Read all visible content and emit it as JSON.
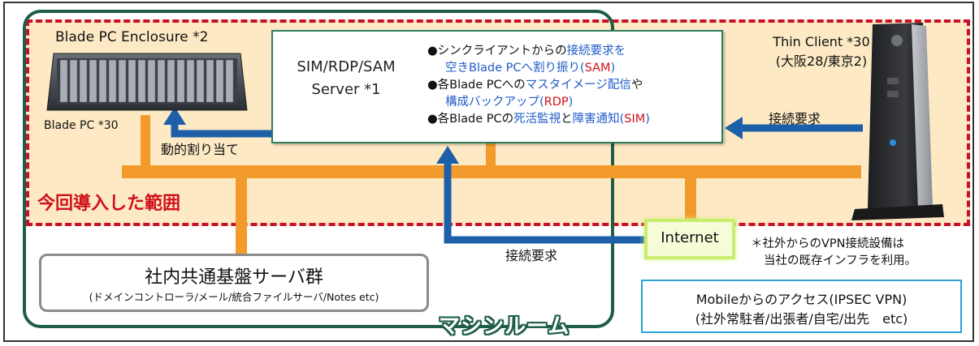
{
  "title": "",
  "labels": {
    "enclosure": "Blade PC Enclosure *2",
    "blade_pc": "Blade PC *30",
    "thin_client_line1": "Thin Client *30",
    "thin_client_line2": "(大阪28/東京2)",
    "server": "SIM/RDP/SAM Server *1",
    "scope": "今回導入した範囲",
    "connection_request_right": "接続要求",
    "dynamic_assign": "動的割り当て",
    "connection_request_bottom": "接続要求",
    "internet": "Internet",
    "vpn_note_line1": "＊社外からのVPN接続設備は",
    "vpn_note_line2": "当社の既存インフラを利用。",
    "common_servers_title": "社内共通基盤サーバ群",
    "common_servers_sub": "(ドメインコントローラ/メール/統合ファイルサーバ/Notes etc)",
    "mobile_title": "Mobileからのアクセス(IPSEC VPN)",
    "mobile_sub": "(社外常駐者/出張者/自宅/出先　etc)",
    "machine_room": "マシンルーム"
  },
  "server_lines": [
    {
      "a": "●シンクライアントからの",
      "b": "接続要求を",
      "c": "",
      "d": ""
    },
    {
      "a": "",
      "b": "空きBlade PCへ割り振り",
      "c": "(",
      "d": "SAM",
      "e": ")"
    },
    {
      "a": "●各Blade PCへの",
      "b": "マスタイメージ配信",
      "c": "や",
      "d": ""
    },
    {
      "a": "",
      "b": "構成バックアップ",
      "c": "(",
      "d": "RDP",
      "e": ")"
    },
    {
      "a": "●各Blade PCの",
      "b": "死活監視",
      "c": "と",
      "d": "障害通知",
      "e": "(",
      "f": "SIM",
      "g": ")"
    }
  ],
  "colors": {
    "scope_border": "#c8102e",
    "scope_fill": "#fde9c4",
    "network_line": "#f39a2c",
    "arrow": "#1d5fa8",
    "machine_room_border": "#1e5e46",
    "highlight_blue": "#1f5cc8",
    "highlight_red": "#d0101a"
  }
}
